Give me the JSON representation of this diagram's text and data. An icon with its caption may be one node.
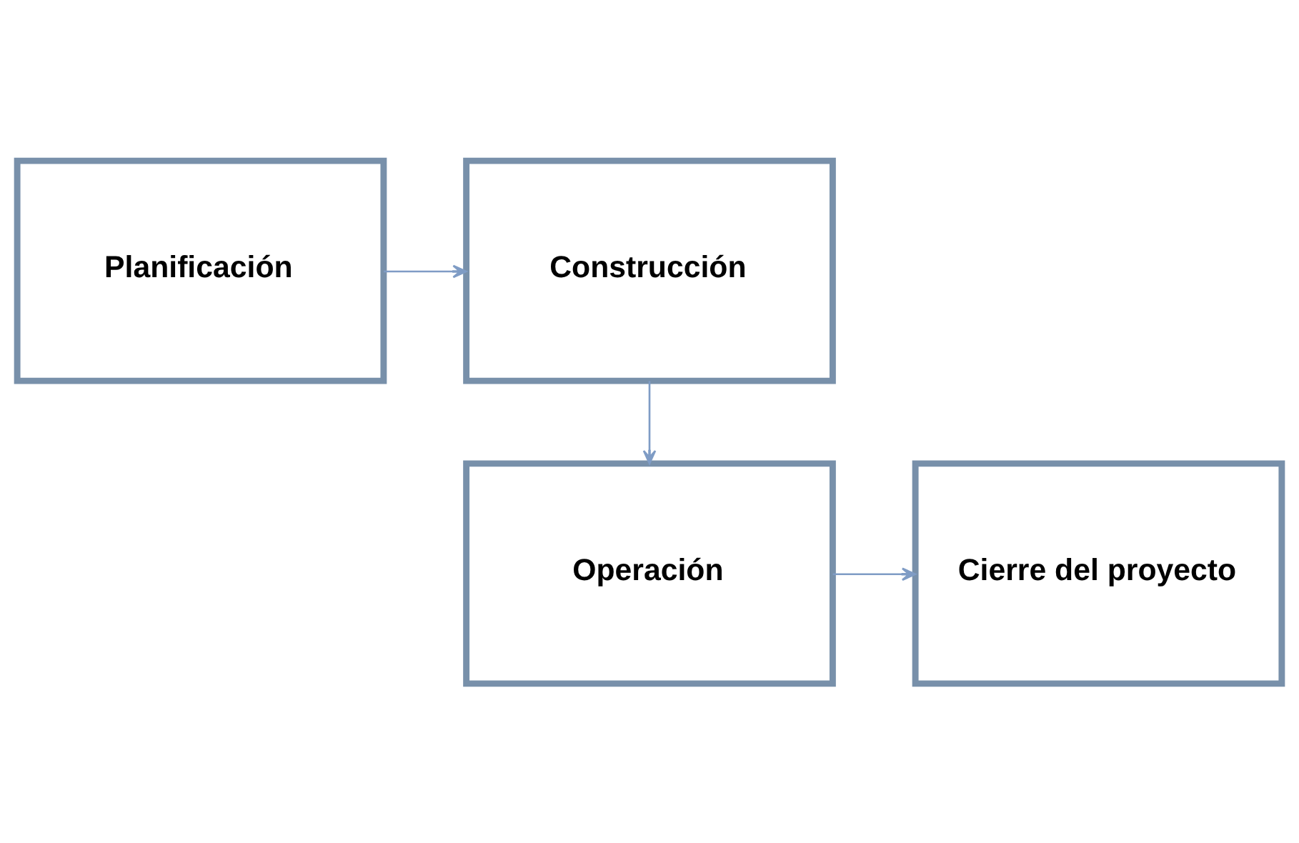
{
  "diagram": {
    "nodes": [
      {
        "text": [
          "Planificación"
        ]
      },
      {
        "text": [
          "Construcción"
        ]
      },
      {
        "text": [
          "Operación"
        ]
      },
      {
        "text": [
          "Cierre del proyecto"
        ]
      }
    ],
    "edges": [
      {
        "from": 0,
        "to": 1,
        "arrow": "to"
      },
      {
        "from": 1,
        "to": 2,
        "arrow": "to"
      },
      {
        "from": 2,
        "to": 3,
        "arrow": "to"
      }
    ]
  }
}
